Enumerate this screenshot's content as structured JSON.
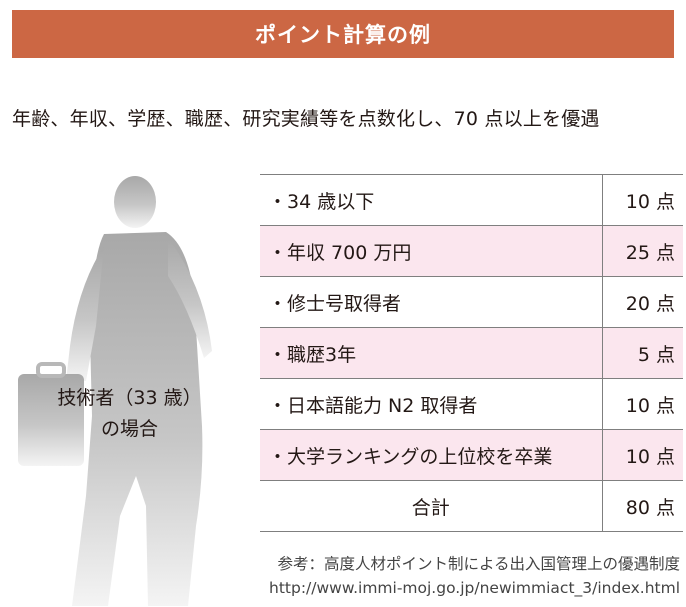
{
  "banner": {
    "title": "ポイント計算の例"
  },
  "subtitle": "年齢、年収、学歴、職歴、研究実績等を点数化し、70 点以上を優遇",
  "figure": {
    "case_line1": "技術者（33 歳）",
    "case_line2": "の場合"
  },
  "table": {
    "rows": [
      {
        "item": "・34 歳以下",
        "points": "10 点",
        "shaded": false
      },
      {
        "item": "・年収 700 万円",
        "points": "25 点",
        "shaded": true
      },
      {
        "item": "・修士号取得者",
        "points": "20 点",
        "shaded": false
      },
      {
        "item": "・職歴3年",
        "points": "5 点",
        "shaded": true
      },
      {
        "item": "・日本語能力 N2 取得者",
        "points": "10 点",
        "shaded": false
      },
      {
        "item": "・大学ランキングの上位校を卒業",
        "points": "10 点",
        "shaded": true
      }
    ],
    "total": {
      "label": "合計",
      "points": "80 点"
    }
  },
  "reference": {
    "line1": "参考：高度人材ポイント制による出入国管理上の優遇制度",
    "line2": "http://www.immi-moj.go.jp/newimmiact_3/index.html"
  },
  "colors": {
    "banner_bg": "#cc6744",
    "row_shade": "#fbe6ee",
    "silhouette": "#c8c8c8"
  }
}
